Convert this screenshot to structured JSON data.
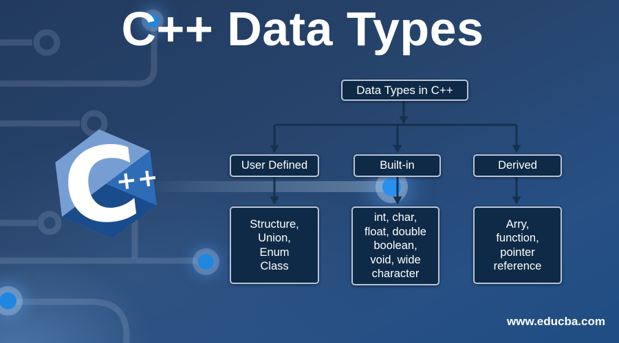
{
  "title": "C++ Data Types",
  "logo": {
    "letter": "C",
    "plus_plus": "++"
  },
  "flowchart": {
    "root_label": "Data Types in C++",
    "categories": [
      {
        "label": "User Defined",
        "items": "Structure,\nUnion,\nEnum\nClass"
      },
      {
        "label": "Built-in",
        "items": "int, char,\nfloat, double\nboolean,\nvoid, wide\ncharacter"
      },
      {
        "label": "Derived",
        "items": "Arry,\nfunction,\npointer\nreference"
      }
    ]
  },
  "watermark": "www.educba.com",
  "colors": {
    "background_top": "#223a5e",
    "background_bottom": "#1e4d83",
    "box_fill": "#0e2a46",
    "box_border": "#b9c6da",
    "connector": "#15314e",
    "text": "#ffffff",
    "glow_blue": "#2087e0",
    "logo_light": "#779ed2",
    "logo_mid": "#2e6cb8",
    "logo_dark": "#1a4c8c"
  },
  "decorations": {
    "circuit_trace_icon": "circuit-trace",
    "circuit_ring_icon": "circuit-ring",
    "glow_node_icon": "glow-node",
    "light_band_icon": "light-band"
  }
}
